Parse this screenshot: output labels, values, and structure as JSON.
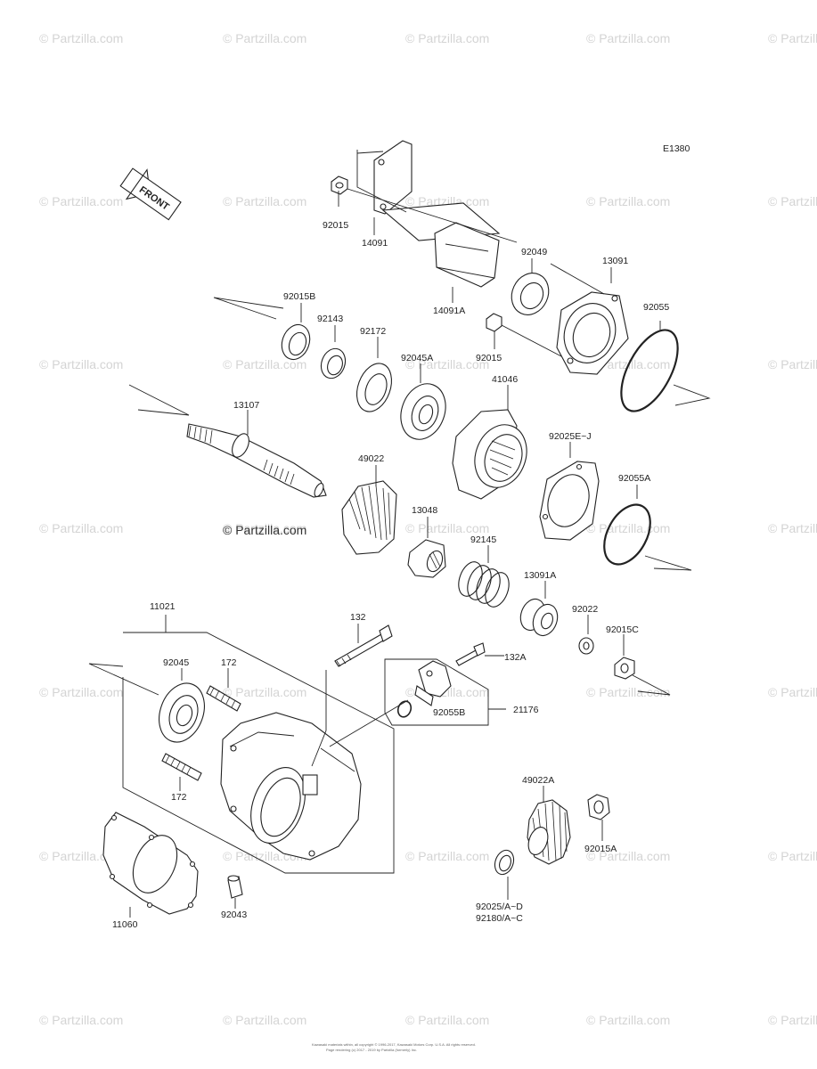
{
  "diagram": {
    "code": "E1380",
    "front_label": "FRONT",
    "brand": "© Partzilla.com",
    "watermark": "© Partzilla.com",
    "footer_lines": [
      "Kawasaki materials within, all copyright © 1996-2017, Kawasaki Motors Corp. U.S.A. All rights reserved.",
      "Page rendering (c) 2017 - 2019 by Partzilla (formerly) Inc."
    ],
    "part_labels": {
      "p14091": "14091",
      "p92015_top": "92015",
      "p92049": "92049",
      "p13091": "13091",
      "p14091A": "14091A",
      "p92015B": "92015B",
      "p92143": "92143",
      "p92172": "92172",
      "p92045A": "92045A",
      "p92015_mid": "92015",
      "p92055": "92055",
      "p41046": "41046",
      "p13107": "13107",
      "p49022": "49022",
      "p92025EJ": "92025E~J",
      "p92055A": "92055A",
      "p13048": "13048",
      "p92145": "92145",
      "p13091A": "13091A",
      "p92022": "92022",
      "p92015C": "92015C",
      "p11021": "11021",
      "p132": "132",
      "p132A": "132A",
      "p92045": "92045",
      "p172_top": "172",
      "p92055B": "92055B",
      "p21176": "21176",
      "p172_bot": "172",
      "p49022A": "49022A",
      "p92015A": "92015A",
      "p11060": "11060",
      "p92043": "92043",
      "p92025AD": "92025/A~D",
      "p92180AC": "92180/A~C"
    }
  }
}
